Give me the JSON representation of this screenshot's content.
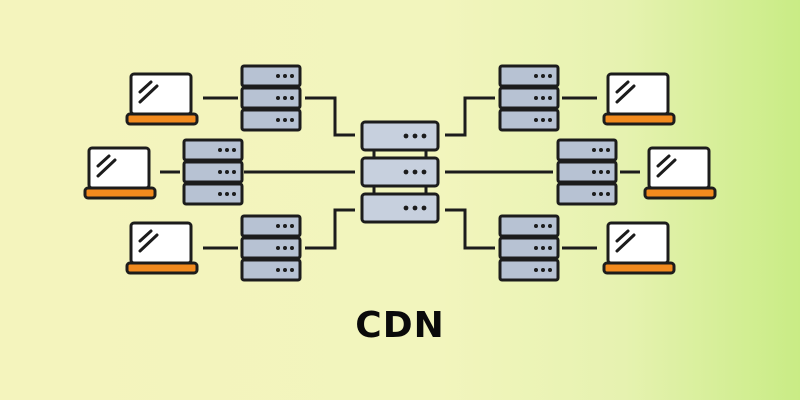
{
  "title": "CDN",
  "colors": {
    "outline": "#1c1c1c",
    "server_fill": "#b7c2d3",
    "server_fill_center": "#c7d0de",
    "laptop_screen": "#ffffff",
    "laptop_base": "#f28a1e",
    "background_left": "#f4f4bd",
    "background_right": "#c9ec85"
  },
  "diagram": {
    "central_node": "server-icon",
    "edge_node": "server-icon",
    "client_node": "laptop-icon",
    "edge_server_count": 6,
    "client_count": 6
  }
}
